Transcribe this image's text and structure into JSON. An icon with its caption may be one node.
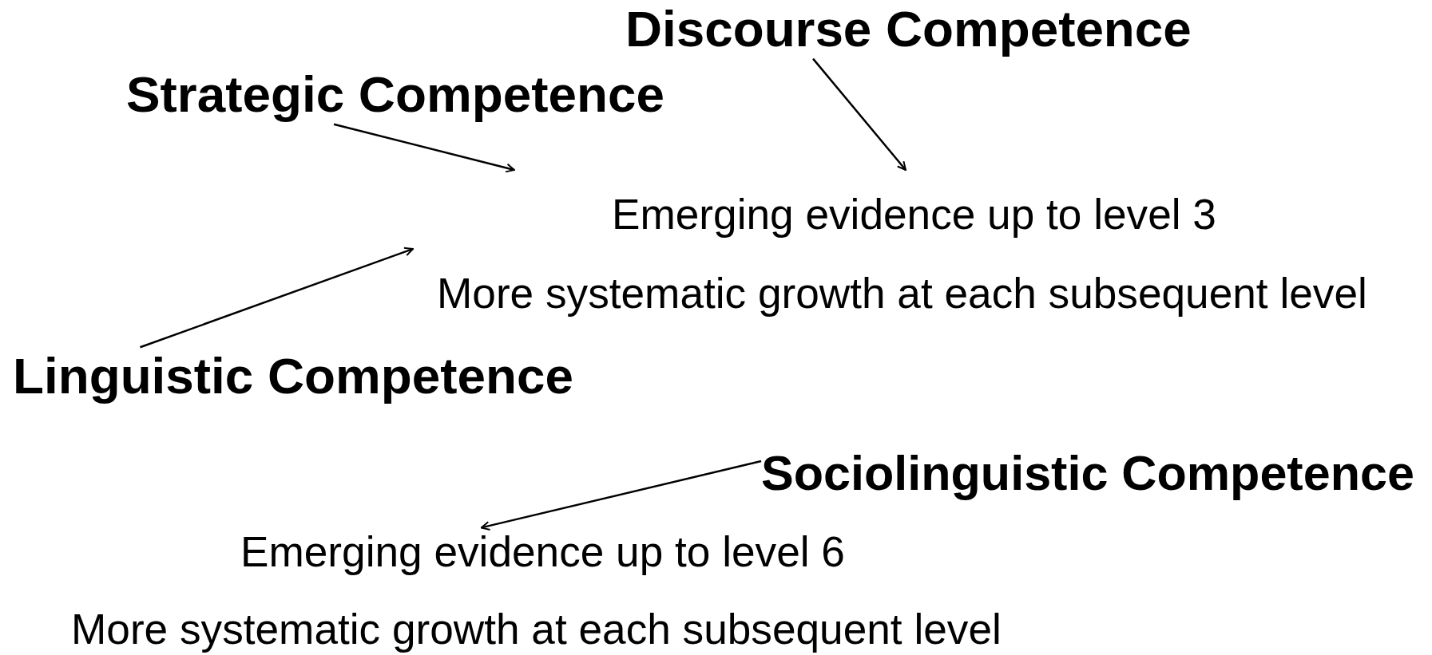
{
  "diagram": {
    "nodes": [
      {
        "text": [
          "Discourse Competence"
        ]
      },
      {
        "text": [
          "Strategic Competence"
        ]
      },
      {
        "text": [
          "Linguistic Competence"
        ]
      },
      {
        "text": [
          "Sociolinguistic Competence"
        ]
      },
      {
        "text": [
          "Emerging evidence up to level 6"
        ]
      }
    ],
    "edges": [
      {
        "from": 1,
        "to": null,
        "arrow": "to"
      },
      {
        "from": 0,
        "to": null,
        "arrow": "to"
      },
      {
        "from": 2,
        "to": null,
        "arrow": "to"
      },
      {
        "from": 3,
        "to": 4,
        "arrow": "to"
      }
    ],
    "labels": [
      "Emerging evidence up to level 3",
      "More systematic growth at each subsequent level",
      "More systematic growth at each subsequent level"
    ]
  }
}
